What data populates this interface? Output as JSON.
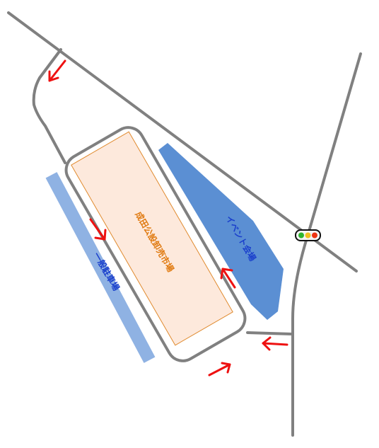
{
  "map": {
    "labels": {
      "market": "成田公設卸売市場",
      "event_venue": "イベント会場",
      "general_parking": "一般駐車場"
    },
    "colors": {
      "road": "#808080",
      "market_fill": "#fde9dc",
      "market_border": "#e08a2e",
      "market_label": "#e07a10",
      "event_venue_fill": "#5b8fd3",
      "parking_fill": "#8fb2e3",
      "label_blue": "#1a3fcc",
      "arrow": "#ee1111"
    },
    "traffic_light": {
      "lights": [
        "#2db52d",
        "#f0c020",
        "#ee3311"
      ]
    },
    "icons": [
      "traffic-light-icon",
      "direction-arrow-icon"
    ]
  }
}
